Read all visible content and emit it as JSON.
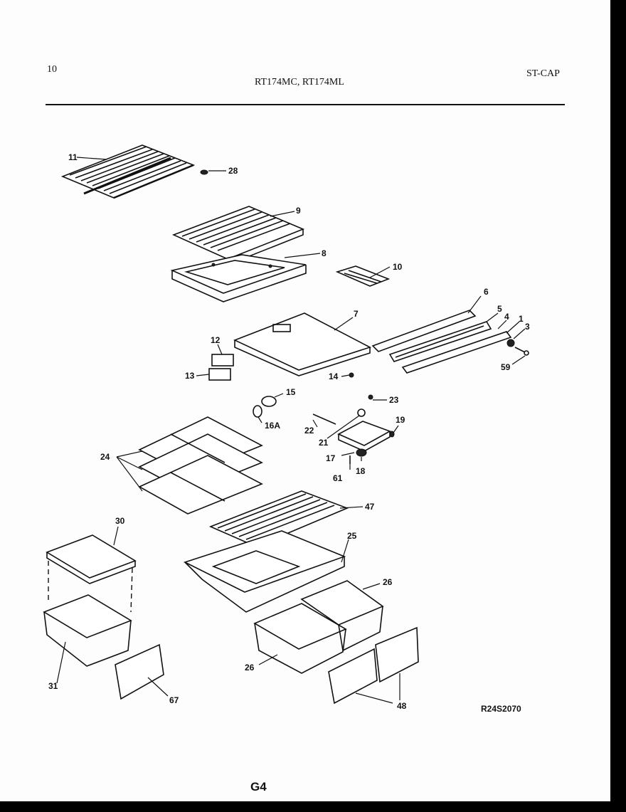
{
  "header": {
    "page_number": "10",
    "models": "RT174MC, RT174ML",
    "section_code": "ST-CAP"
  },
  "reference_code": "R24S2070",
  "footer_code": "G4",
  "callouts": [
    {
      "id": "c11",
      "text": "11"
    },
    {
      "id": "c28",
      "text": "28"
    },
    {
      "id": "c9",
      "text": "9"
    },
    {
      "id": "c8",
      "text": "8"
    },
    {
      "id": "c10",
      "text": "10"
    },
    {
      "id": "c6",
      "text": "6"
    },
    {
      "id": "c5",
      "text": "5"
    },
    {
      "id": "c4",
      "text": "4"
    },
    {
      "id": "c1",
      "text": "1"
    },
    {
      "id": "c3",
      "text": "3"
    },
    {
      "id": "c59",
      "text": "59"
    },
    {
      "id": "c7",
      "text": "7"
    },
    {
      "id": "c12",
      "text": "12"
    },
    {
      "id": "c13",
      "text": "13"
    },
    {
      "id": "c14",
      "text": "14"
    },
    {
      "id": "c15",
      "text": "15"
    },
    {
      "id": "c16a",
      "text": "16A"
    },
    {
      "id": "c23",
      "text": "23"
    },
    {
      "id": "c22",
      "text": "22"
    },
    {
      "id": "c21",
      "text": "21"
    },
    {
      "id": "c19",
      "text": "19"
    },
    {
      "id": "c17",
      "text": "17"
    },
    {
      "id": "c18",
      "text": "18"
    },
    {
      "id": "c61",
      "text": "61"
    },
    {
      "id": "c24",
      "text": "24"
    },
    {
      "id": "c47",
      "text": "47"
    },
    {
      "id": "c30",
      "text": "30"
    },
    {
      "id": "c25",
      "text": "25"
    },
    {
      "id": "c26a",
      "text": "26"
    },
    {
      "id": "c26b",
      "text": "26"
    },
    {
      "id": "c31",
      "text": "31"
    },
    {
      "id": "c67",
      "text": "67"
    },
    {
      "id": "c48",
      "text": "48"
    }
  ]
}
